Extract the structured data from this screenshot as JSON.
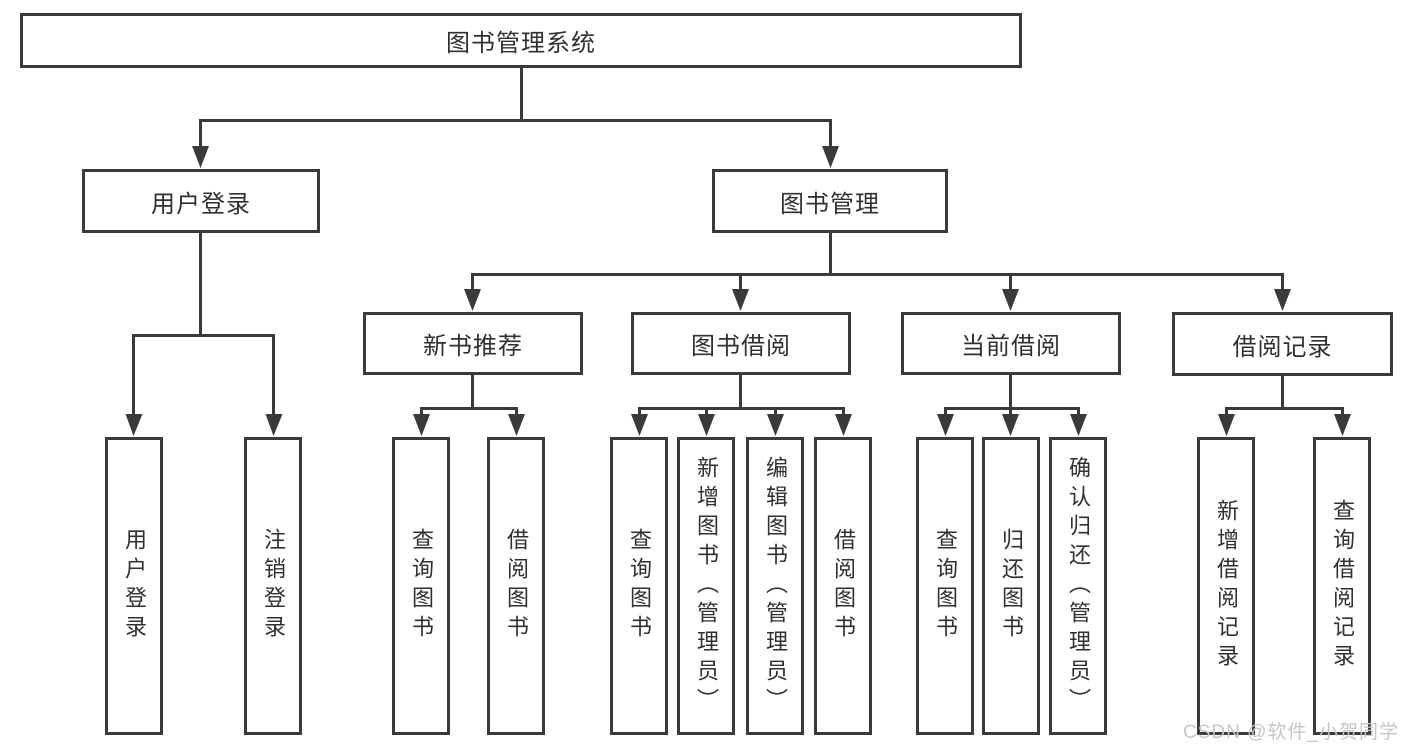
{
  "watermark": "CSDN @软件_小贺同学",
  "colors": {
    "line": "#3a3a3a",
    "text": "#303030",
    "watermark": "#c6c6c6",
    "background": "#ffffff"
  },
  "tree": {
    "root": {
      "label": "图书管理系统"
    },
    "branches": [
      {
        "label": "用户登录",
        "children": [
          {
            "label": "用户登录"
          },
          {
            "label": "注销登录"
          }
        ]
      },
      {
        "label": "图书管理",
        "children": [
          {
            "label": "新书推荐",
            "children": [
              {
                "label": "查询图书"
              },
              {
                "label": "借阅图书"
              }
            ]
          },
          {
            "label": "图书借阅",
            "children": [
              {
                "label": "查询图书"
              },
              {
                "label": "新增图书（管理员）"
              },
              {
                "label": "编辑图书（管理员）"
              },
              {
                "label": "借阅图书"
              }
            ]
          },
          {
            "label": "当前借阅",
            "children": [
              {
                "label": "查询图书"
              },
              {
                "label": "归还图书"
              },
              {
                "label": "确认归还（管理员）"
              }
            ]
          },
          {
            "label": "借阅记录",
            "children": [
              {
                "label": "新增借阅记录"
              },
              {
                "label": "查询借阅记录"
              }
            ]
          }
        ]
      }
    ]
  }
}
